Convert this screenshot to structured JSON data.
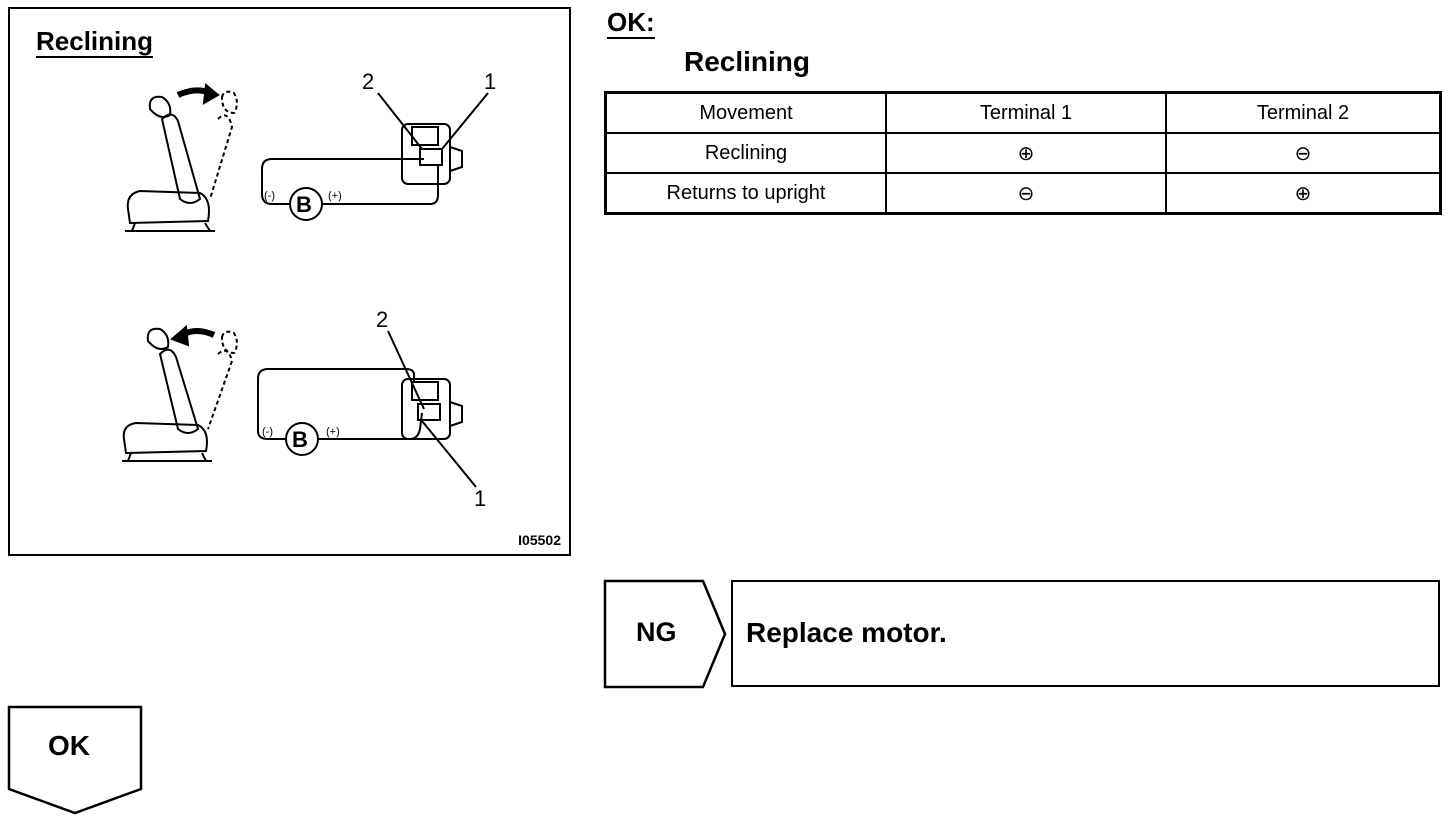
{
  "figure": {
    "title": "Reclining",
    "code": "I05502",
    "top_diagram": {
      "label_a": "2",
      "label_b": "1",
      "battery": "B",
      "neg": "(-)",
      "pos": "(+)"
    },
    "bottom_diagram": {
      "label_a": "2",
      "label_b": "1",
      "battery": "B",
      "neg": "(-)",
      "pos": "(+)"
    }
  },
  "ok_heading": "OK:",
  "table": {
    "title": "Reclining",
    "headers": [
      "Movement",
      "Terminal 1",
      "Terminal 2"
    ],
    "rows": [
      [
        "Reclining",
        "⊕",
        "⊖"
      ],
      [
        "Returns to upright",
        "⊖",
        "⊕"
      ]
    ]
  },
  "ng": {
    "label": "NG",
    "action": "Replace motor."
  },
  "ok_next": {
    "label": "OK"
  }
}
